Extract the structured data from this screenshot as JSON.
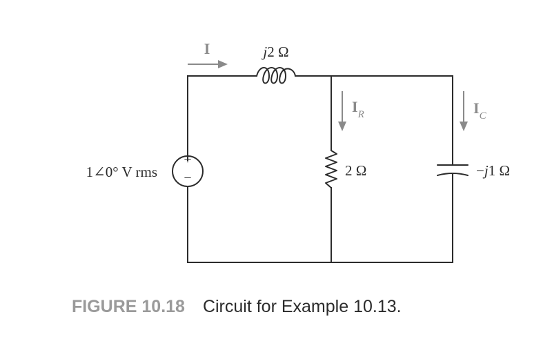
{
  "figure": {
    "source": {
      "label_magnitude": "1",
      "label_angle_symbol": "∠",
      "label_phase": "0° V rms",
      "plus": "+",
      "minus": "−"
    },
    "inductor": {
      "label_j": "j",
      "label_value": "2 Ω"
    },
    "resistor": {
      "label": "2 Ω"
    },
    "capacitor": {
      "label_prefix": "−",
      "label_j": "j",
      "label_value": "1 Ω"
    },
    "currents": {
      "total": "I",
      "resistor_main": "I",
      "resistor_sub": "R",
      "capacitor_main": "I",
      "capacitor_sub": "C"
    },
    "caption": {
      "number": "FIGURE 10.18",
      "text": "Circuit for Example 10.13."
    }
  }
}
